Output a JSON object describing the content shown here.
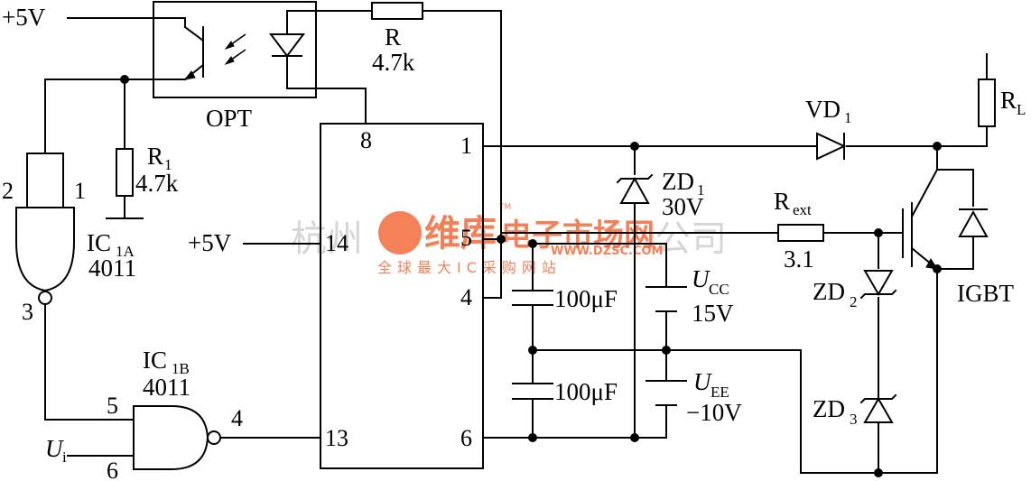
{
  "supply": {
    "vcc_top": "+5V",
    "vcc_pin14": "+5V"
  },
  "opto": {
    "label": "OPT"
  },
  "resistor_r": {
    "name": "R",
    "value": "4.7k"
  },
  "resistor_r1": {
    "name": "R",
    "sub": "1",
    "value": "4.7k"
  },
  "ic1a": {
    "name": "IC",
    "sub": "1A",
    "part": "4011",
    "pin_in1": "2",
    "pin_in2": "1",
    "pin_out": "3"
  },
  "ic1b": {
    "name": "IC",
    "sub": "1B",
    "part": "4011",
    "pin_in1": "5",
    "pin_in2": "6",
    "pin_out": "4"
  },
  "input": {
    "name": "U",
    "sub": "i"
  },
  "driver": {
    "pin8": "8",
    "pin14": "14",
    "pin13": "13",
    "pin1": "1",
    "pin5": "5",
    "pin4": "4",
    "pin6": "6"
  },
  "vd1": {
    "name": "VD",
    "sub": "1"
  },
  "zd1": {
    "name": "ZD",
    "sub": "1",
    "value": "30V"
  },
  "rext": {
    "name": "R",
    "sub": "ext",
    "value": "3.1"
  },
  "zd2": {
    "name": "ZD",
    "sub": "2"
  },
  "zd3": {
    "name": "ZD",
    "sub": "3"
  },
  "rl": {
    "name": "R",
    "sub": "L"
  },
  "igbt": {
    "label": "IGBT"
  },
  "cap1": {
    "value": "100μF"
  },
  "cap2": {
    "value": "100μF"
  },
  "ucc": {
    "name": "U",
    "sub": "CC",
    "value": "15V"
  },
  "uee": {
    "name": "U",
    "sub": "EE",
    "value": "−10V"
  },
  "watermark": {
    "left": "杭州",
    "brand": "维库",
    "tagline": "电子市场网",
    "right": "公司",
    "url": "WWW.DZSC.COM",
    "slogan": "全球最大IC采购网站",
    "tm": "TM"
  }
}
